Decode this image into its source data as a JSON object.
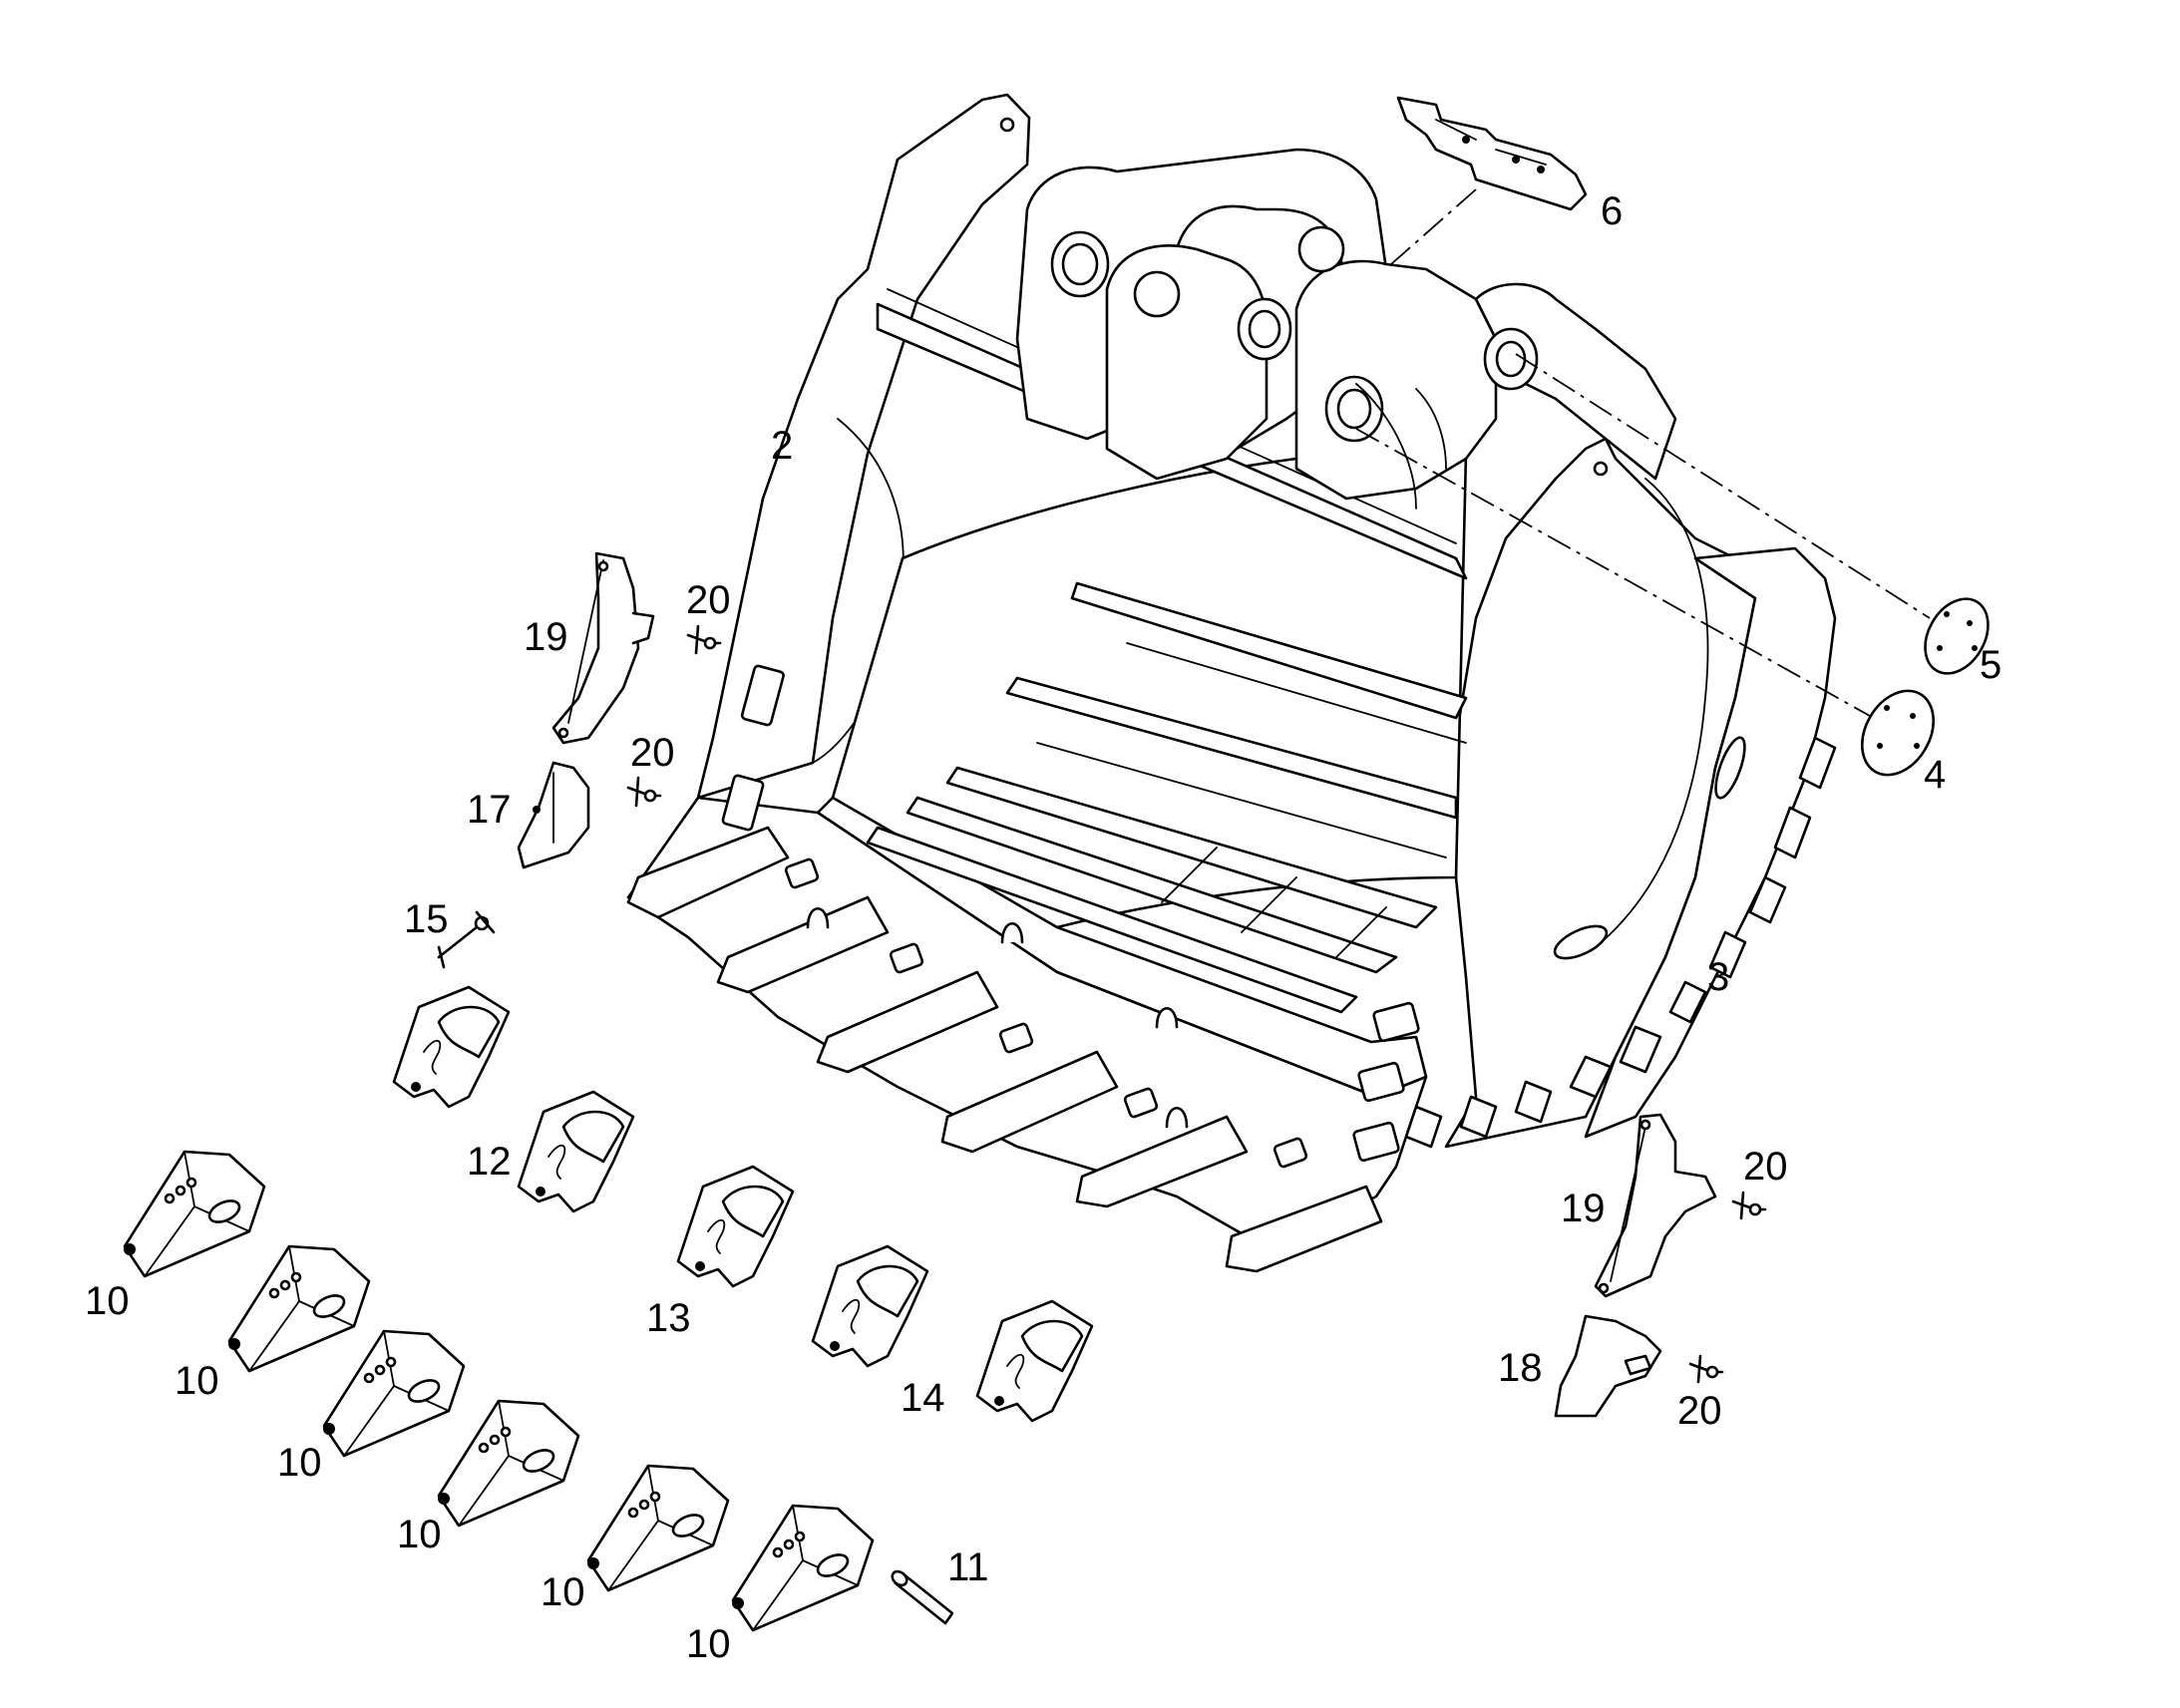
{
  "diagram": {
    "callouts": [
      {
        "id": "c2",
        "text": "2"
      },
      {
        "id": "c3",
        "text": "3"
      },
      {
        "id": "c4",
        "text": "4"
      },
      {
        "id": "c5",
        "text": "5"
      },
      {
        "id": "c6",
        "text": "6"
      },
      {
        "id": "c10a",
        "text": "10"
      },
      {
        "id": "c10b",
        "text": "10"
      },
      {
        "id": "c10c",
        "text": "10"
      },
      {
        "id": "c10d",
        "text": "10"
      },
      {
        "id": "c10e",
        "text": "10"
      },
      {
        "id": "c10f",
        "text": "10"
      },
      {
        "id": "c11",
        "text": "11"
      },
      {
        "id": "c12",
        "text": "12"
      },
      {
        "id": "c13",
        "text": "13"
      },
      {
        "id": "c14",
        "text": "14"
      },
      {
        "id": "c15",
        "text": "15"
      },
      {
        "id": "c17",
        "text": "17"
      },
      {
        "id": "c18",
        "text": "18"
      },
      {
        "id": "c19a",
        "text": "19"
      },
      {
        "id": "c19b",
        "text": "19"
      },
      {
        "id": "c20a",
        "text": "20"
      },
      {
        "id": "c20b",
        "text": "20"
      },
      {
        "id": "c20c",
        "text": "20"
      },
      {
        "id": "c20d",
        "text": "20"
      }
    ]
  }
}
